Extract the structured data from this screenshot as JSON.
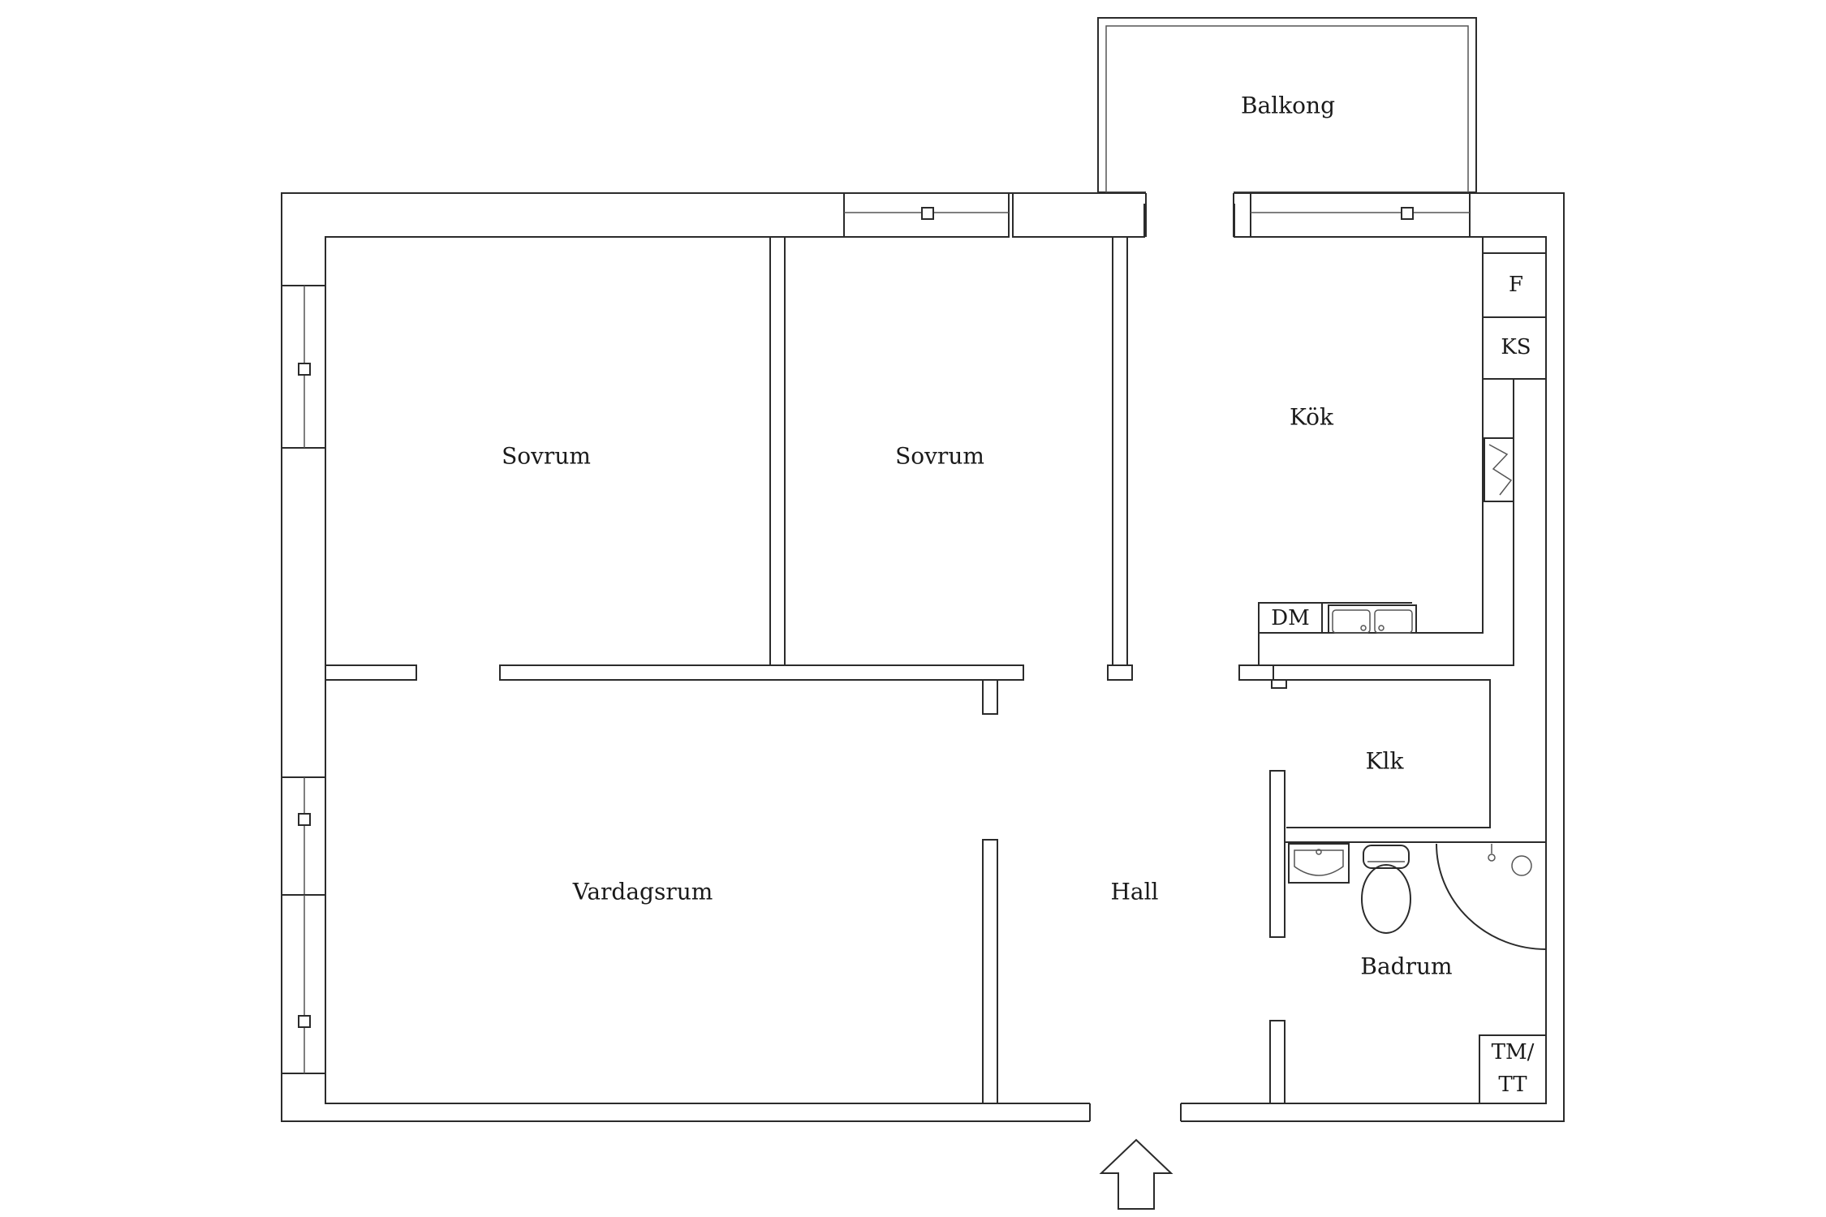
{
  "rooms": {
    "balcony": "Balkong",
    "bedroom_1": "Sovrum",
    "bedroom_2": "Sovrum",
    "kitchen": "Kök",
    "living_room": "Vardagsrum",
    "hall": "Hall",
    "closet": "Klk",
    "bathroom": "Badrum"
  },
  "fixtures": {
    "freezer": "F",
    "fridge": "KS",
    "dishwasher": "DM",
    "washer_line1": "TM/",
    "washer_line2": "TT"
  },
  "icons": {
    "entrance": "entrance-arrow-icon",
    "sink": "sink-icon",
    "toilet": "toilet-icon",
    "kitchen_sink": "kitchen-sink-icon",
    "stove": "stove-icon",
    "shower": "shower-icon"
  }
}
